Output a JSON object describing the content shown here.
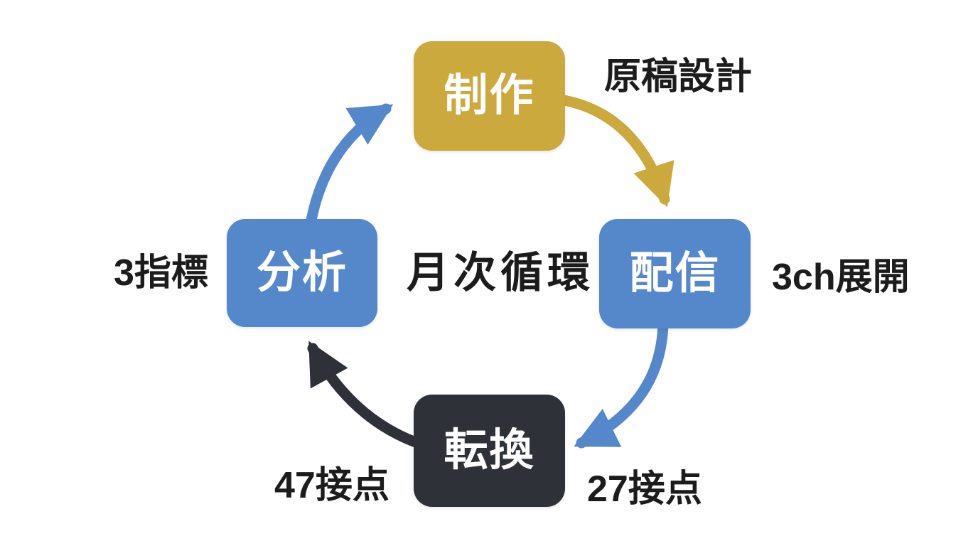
{
  "diagram": {
    "center_title": "月次循環",
    "palette": {
      "gold": "#CBA93C",
      "blue": "#5588CB",
      "dark": "#2E3138",
      "text": "#1C1C1C",
      "node_text": "#FFFFFF",
      "background": "#FFFFFF"
    },
    "nodes": [
      {
        "label": "制作",
        "annotation": "原稿設計",
        "color": "#CBA93C",
        "position": "top"
      },
      {
        "label": "配信",
        "annotation": "3ch展開",
        "color": "#5588CB",
        "position": "right"
      },
      {
        "label": "転換",
        "annotation": "27接点",
        "color": "#2E3138",
        "position": "bottom"
      },
      {
        "label": "分析",
        "annotation": "3指標",
        "color": "#5588CB",
        "position": "left"
      }
    ],
    "arrows": [
      {
        "from": "制作",
        "to": "配信",
        "color": "#CBA93C"
      },
      {
        "from": "配信",
        "to": "転換",
        "color": "#5588CB"
      },
      {
        "from": "転換",
        "to": "分析",
        "color": "#2E3138"
      },
      {
        "from": "分析",
        "to": "制作",
        "color": "#5588CB"
      }
    ]
  }
}
